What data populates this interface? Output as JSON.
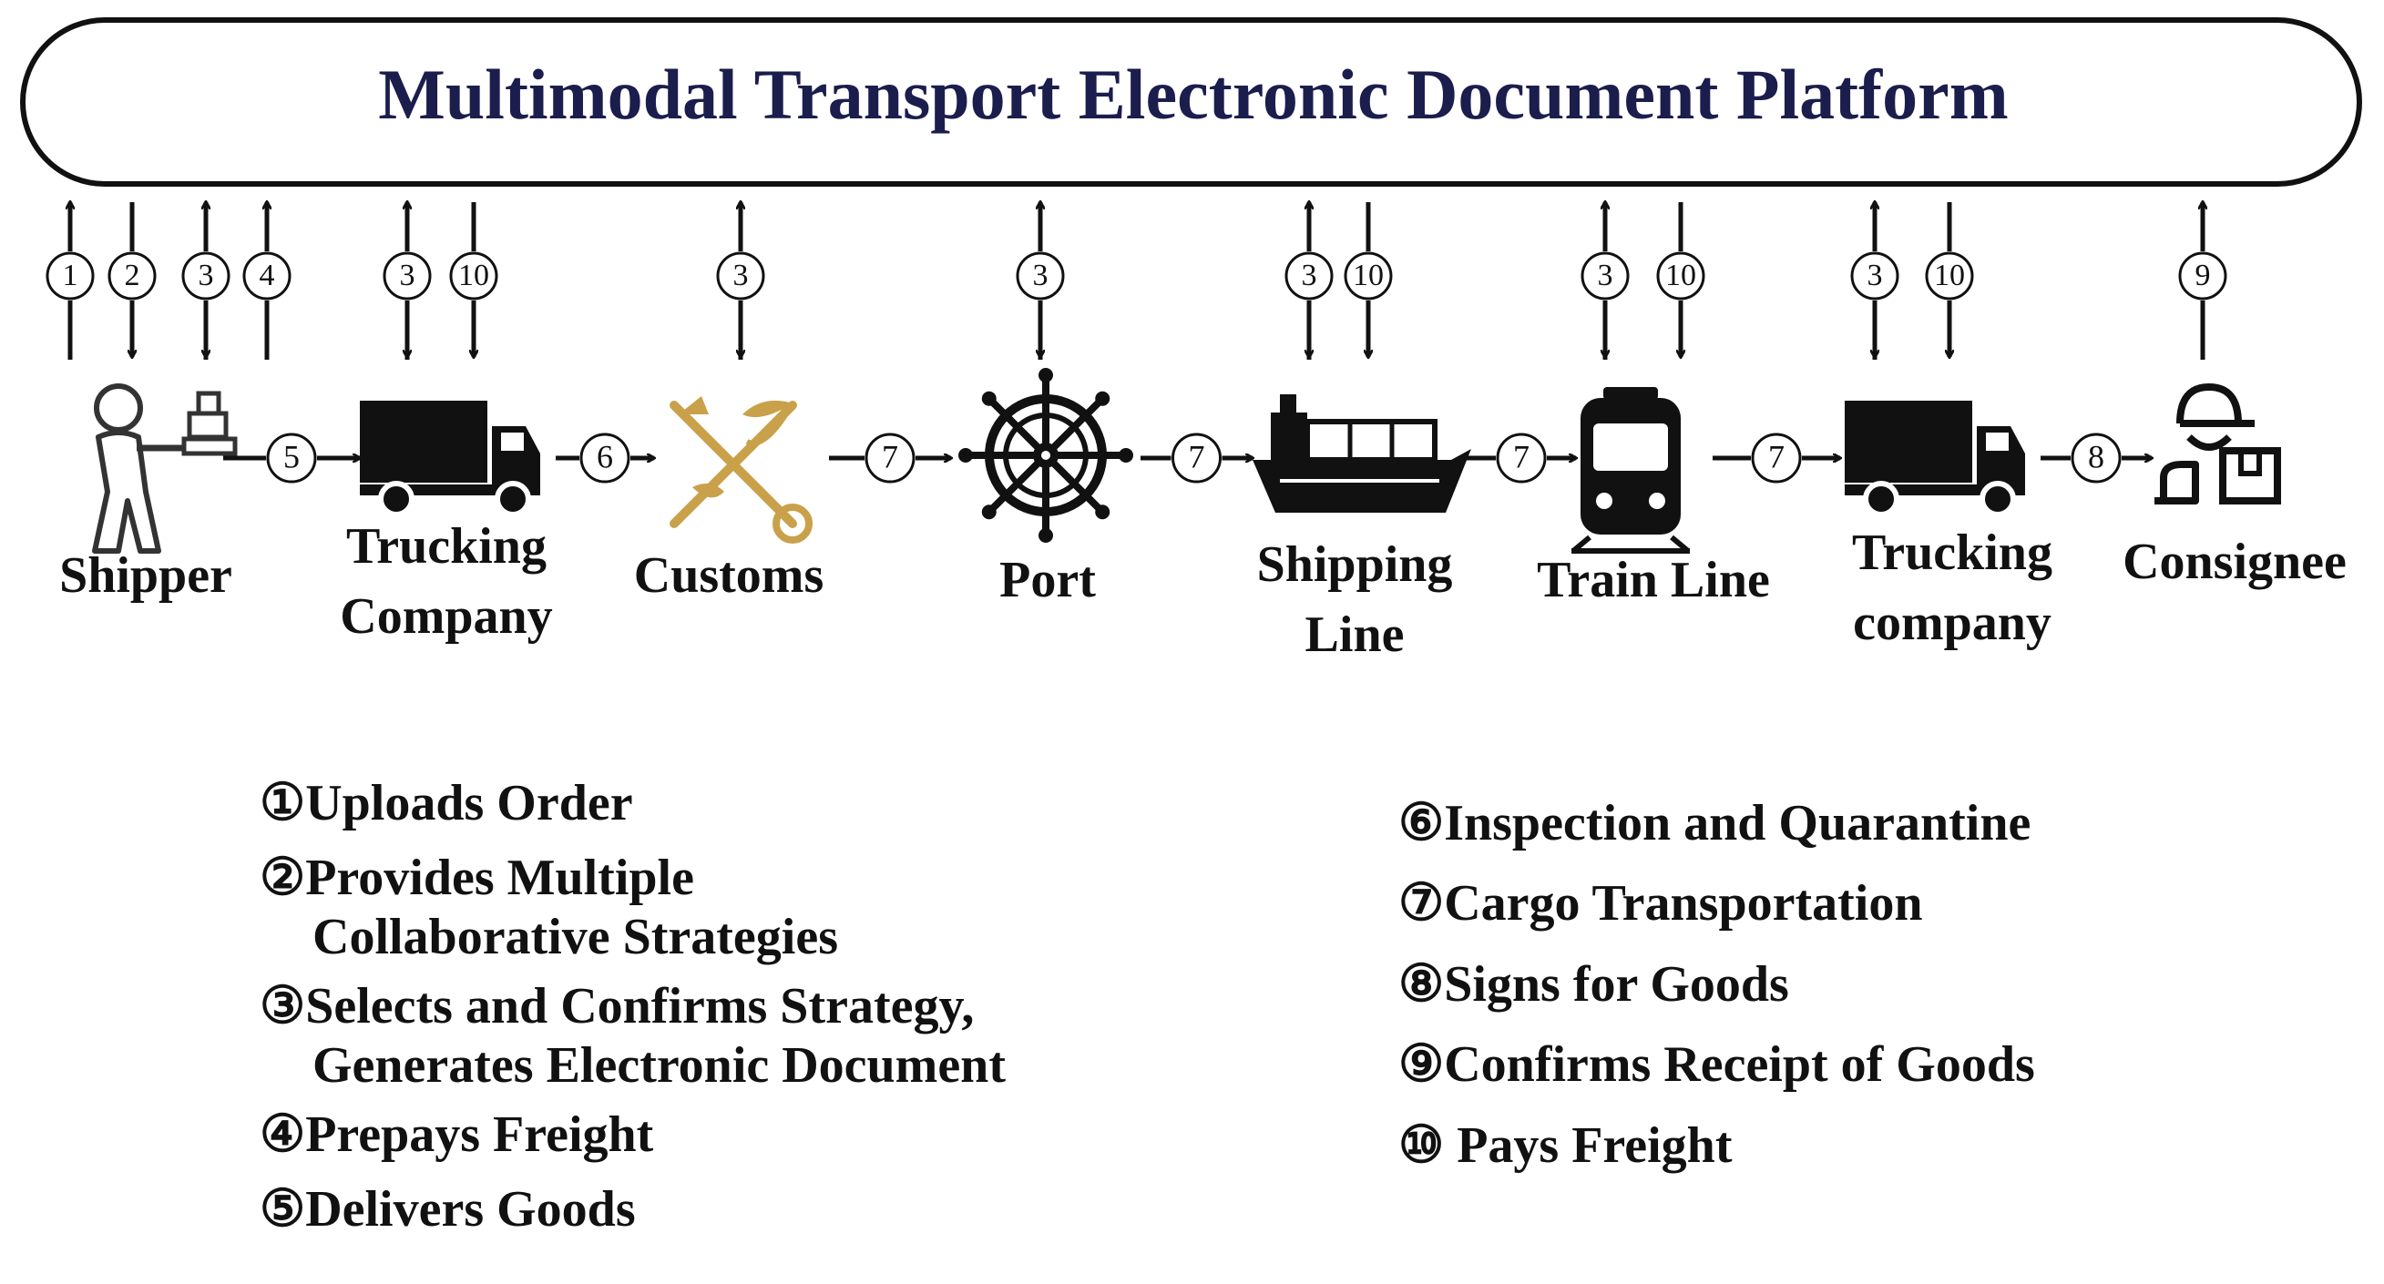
{
  "platform": {
    "title": "Multimodal Transport Electronic Document Platform"
  },
  "colors": {
    "title": "#1b1d4d",
    "ink": "#111111",
    "customs_gold": "#c9a14a"
  },
  "actors": [
    {
      "id": "shipper",
      "label_lines": [
        "Shipper"
      ],
      "icon": "person-with-cart-icon",
      "up_labels": [
        "①",
        "③",
        "④"
      ],
      "down_labels": [
        "②",
        "③"
      ]
    },
    {
      "id": "trucking1",
      "label_lines": [
        "Trucking",
        "Company"
      ],
      "icon": "truck-icon",
      "up_labels": [
        "③"
      ],
      "down_labels": [
        "③",
        "⑩"
      ]
    },
    {
      "id": "customs",
      "label_lines": [
        "Customs"
      ],
      "icon": "customs-emblem-icon",
      "up_labels": [
        "③"
      ],
      "down_labels": [
        "③"
      ]
    },
    {
      "id": "port",
      "label_lines": [
        "Port"
      ],
      "icon": "ship-wheel-icon",
      "up_labels": [
        "③"
      ],
      "down_labels": [
        "③"
      ]
    },
    {
      "id": "shipping",
      "label_lines": [
        "Shipping",
        "Line"
      ],
      "icon": "cargo-ship-icon",
      "up_labels": [
        "③"
      ],
      "down_labels": [
        "③",
        "⑩"
      ]
    },
    {
      "id": "train",
      "label_lines": [
        "Train Line"
      ],
      "icon": "train-icon",
      "up_labels": [
        "③"
      ],
      "down_labels": [
        "③",
        "⑩"
      ]
    },
    {
      "id": "trucking2",
      "label_lines": [
        "Trucking",
        "company"
      ],
      "icon": "truck-icon",
      "up_labels": [
        "③"
      ],
      "down_labels": [
        "③",
        "⑩"
      ]
    },
    {
      "id": "consignee",
      "label_lines": [
        "Consignee"
      ],
      "icon": "person-with-box-icon",
      "up_labels": [
        "⑨"
      ],
      "down_labels": []
    }
  ],
  "flow_labels": [
    "⑤",
    "⑥",
    "⑦",
    "⑦",
    "⑦",
    "⑦",
    "⑧"
  ],
  "legend_left": [
    {
      "lines": [
        "①Uploads Order"
      ]
    },
    {
      "lines": [
        "②Provides Multiple",
        "Collaborative Strategies"
      ]
    },
    {
      "lines": [
        "③Selects and Confirms Strategy,",
        "Generates Electronic Document"
      ]
    },
    {
      "lines": [
        "④Prepays Freight"
      ]
    },
    {
      "lines": [
        "⑤Delivers Goods"
      ]
    }
  ],
  "legend_right": [
    {
      "lines": [
        "⑥Inspection and Quarantine"
      ]
    },
    {
      "lines": [
        "⑦Cargo Transportation"
      ]
    },
    {
      "lines": [
        "⑧Signs for Goods"
      ]
    },
    {
      "lines": [
        "⑨Confirms Receipt of Goods"
      ]
    },
    {
      "lines": [
        "⑩ Pays Freight"
      ]
    }
  ]
}
